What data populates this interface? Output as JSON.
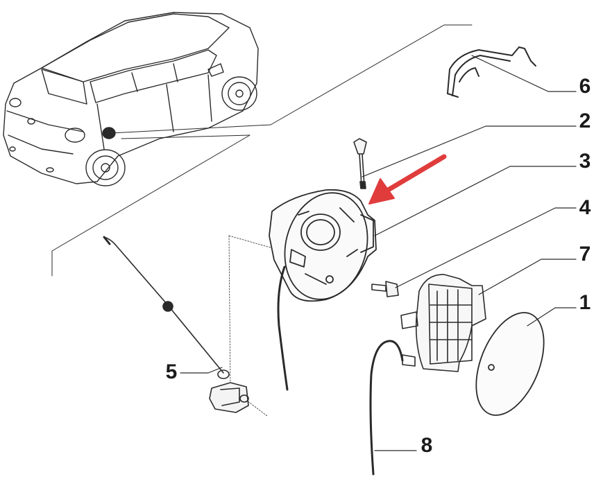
{
  "diagram": {
    "line_color": "#2a2a2a",
    "arrow_color": "#e03c3c",
    "parts": [
      {
        "id": "cap",
        "label": "1"
      },
      {
        "id": "rod",
        "label": "2"
      },
      {
        "id": "housing",
        "label": "3"
      },
      {
        "id": "screw",
        "label": "4"
      },
      {
        "id": "actuator",
        "label": "5"
      },
      {
        "id": "clip",
        "label": "6"
      },
      {
        "id": "flap-inner",
        "label": "7"
      },
      {
        "id": "drain-hose",
        "label": "8"
      }
    ]
  }
}
